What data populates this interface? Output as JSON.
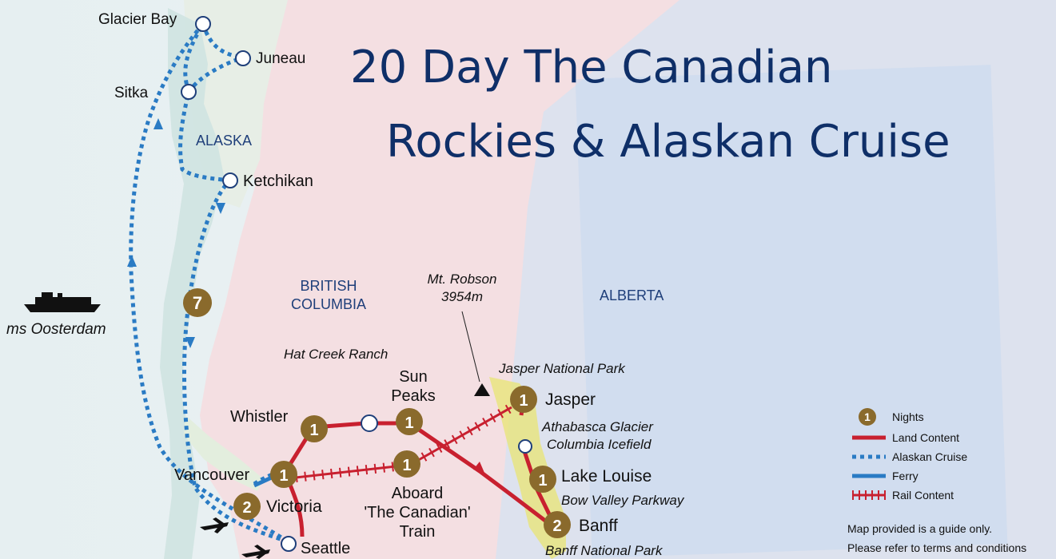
{
  "title": {
    "line1": "20 Day The Canadian",
    "line2": "Rockies & Alaskan Cruise"
  },
  "regions": {
    "alaska": "ALASKA",
    "bc_line1": "BRITISH",
    "bc_line2": "COLUMBIA",
    "alberta": "ALBERTA"
  },
  "places": {
    "glacier_bay": "Glacier Bay",
    "juneau": "Juneau",
    "sitka": "Sitka",
    "ketchikan": "Ketchikan",
    "vancouver": "Vancouver",
    "victoria": "Victoria",
    "seattle": "Seattle",
    "whistler": "Whistler",
    "sun_peaks_1": "Sun",
    "sun_peaks_2": "Peaks",
    "aboard_1": "Aboard",
    "aboard_2": "'The Canadian'",
    "aboard_3": "Train",
    "jasper": "Jasper",
    "lake_louise": "Lake Louise",
    "banff": "Banff"
  },
  "features": {
    "hat_creek": "Hat Creek Ranch",
    "mt_robson_1": "Mt. Robson",
    "mt_robson_2": "3954m",
    "jasper_np": "Jasper National Park",
    "athabasca_1": "Athabasca Glacier",
    "athabasca_2": "Columbia Icefield",
    "bow_valley": "Bow Valley Parkway",
    "banff_np": "Banff National Park"
  },
  "ship": {
    "name": "ms Oosterdam"
  },
  "nights": {
    "cruise": "7",
    "whistler": "1",
    "vancouver": "1",
    "victoria": "2",
    "sun_peaks": "1",
    "aboard": "1",
    "jasper": "1",
    "lake_louise": "1",
    "banff": "2"
  },
  "legend": {
    "nights_badge": "1",
    "nights": "Nights",
    "land": "Land Content",
    "cruise": "Alaskan Cruise",
    "ferry": "Ferry",
    "rail": "Rail Content"
  },
  "notes": {
    "line1": "Map provided is a guide only.",
    "line2": "Please refer to terms and conditions"
  },
  "colors": {
    "land_route": "#c8202f",
    "cruise_route": "#2a7bc4",
    "ferry_route": "#2a7bc4",
    "rail_route": "#c8202f",
    "badge": "#8a6a2c",
    "title": "#0f2f68",
    "national_park": "#e8e57a"
  }
}
